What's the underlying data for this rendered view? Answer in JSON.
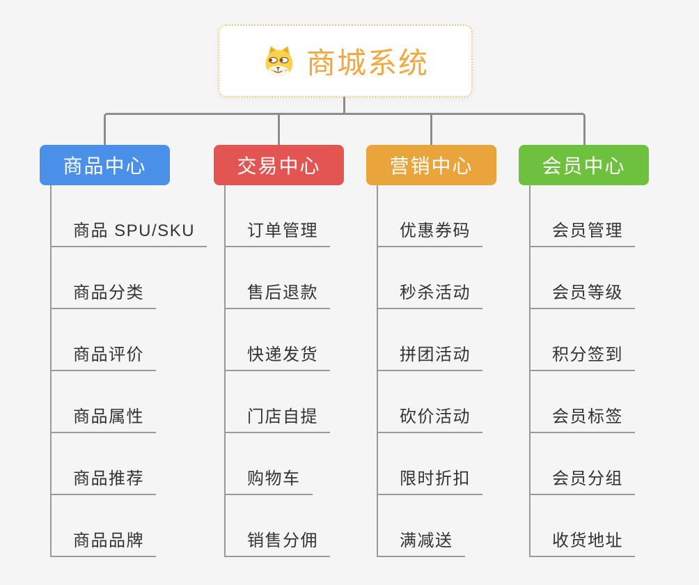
{
  "root": {
    "title": "商城系统",
    "icon": "shiba-dog-icon",
    "title_color": "#F0A940",
    "border_color": "#F5C678"
  },
  "branches": [
    {
      "label": "商品中心",
      "color": "#4A90E8",
      "children": [
        "商品 SPU/SKU",
        "商品分类",
        "商品评价",
        "商品属性",
        "商品推荐",
        "商品品牌"
      ]
    },
    {
      "label": "交易中心",
      "color": "#E25552",
      "children": [
        "订单管理",
        "售后退款",
        "快递发货",
        "门店自提",
        "购物车",
        "销售分佣"
      ]
    },
    {
      "label": "营销中心",
      "color": "#E9A43C",
      "children": [
        "优惠券码",
        "秒杀活动",
        "拼团活动",
        "砍价活动",
        "限时折扣",
        "满减送"
      ]
    },
    {
      "label": "会员中心",
      "color": "#6DC13E",
      "children": [
        "会员管理",
        "会员等级",
        "积分签到",
        "会员标签",
        "会员分组",
        "收货地址"
      ]
    }
  ],
  "colors": {
    "background": "#F5F5F5",
    "tree_line": "#8C8C8C",
    "child_underline": "#999999",
    "child_text": "#333333",
    "node_text": "#FFFFFF"
  }
}
